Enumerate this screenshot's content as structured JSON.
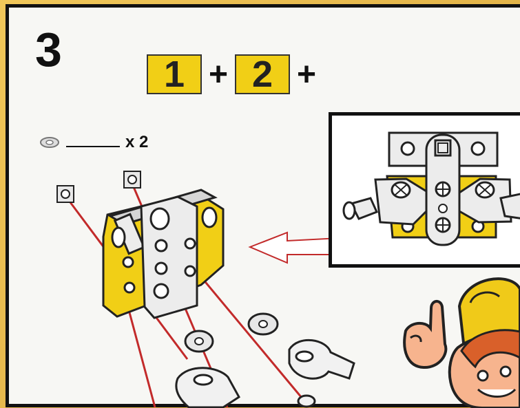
{
  "step_number": "3",
  "formula": {
    "part_one": "1",
    "part_two": "2",
    "plus": "+"
  },
  "washers": {
    "quantity": "x 2"
  },
  "colors": {
    "yellow": "#f1cf16",
    "border": "#111111",
    "arrow": "#c22a2a"
  }
}
